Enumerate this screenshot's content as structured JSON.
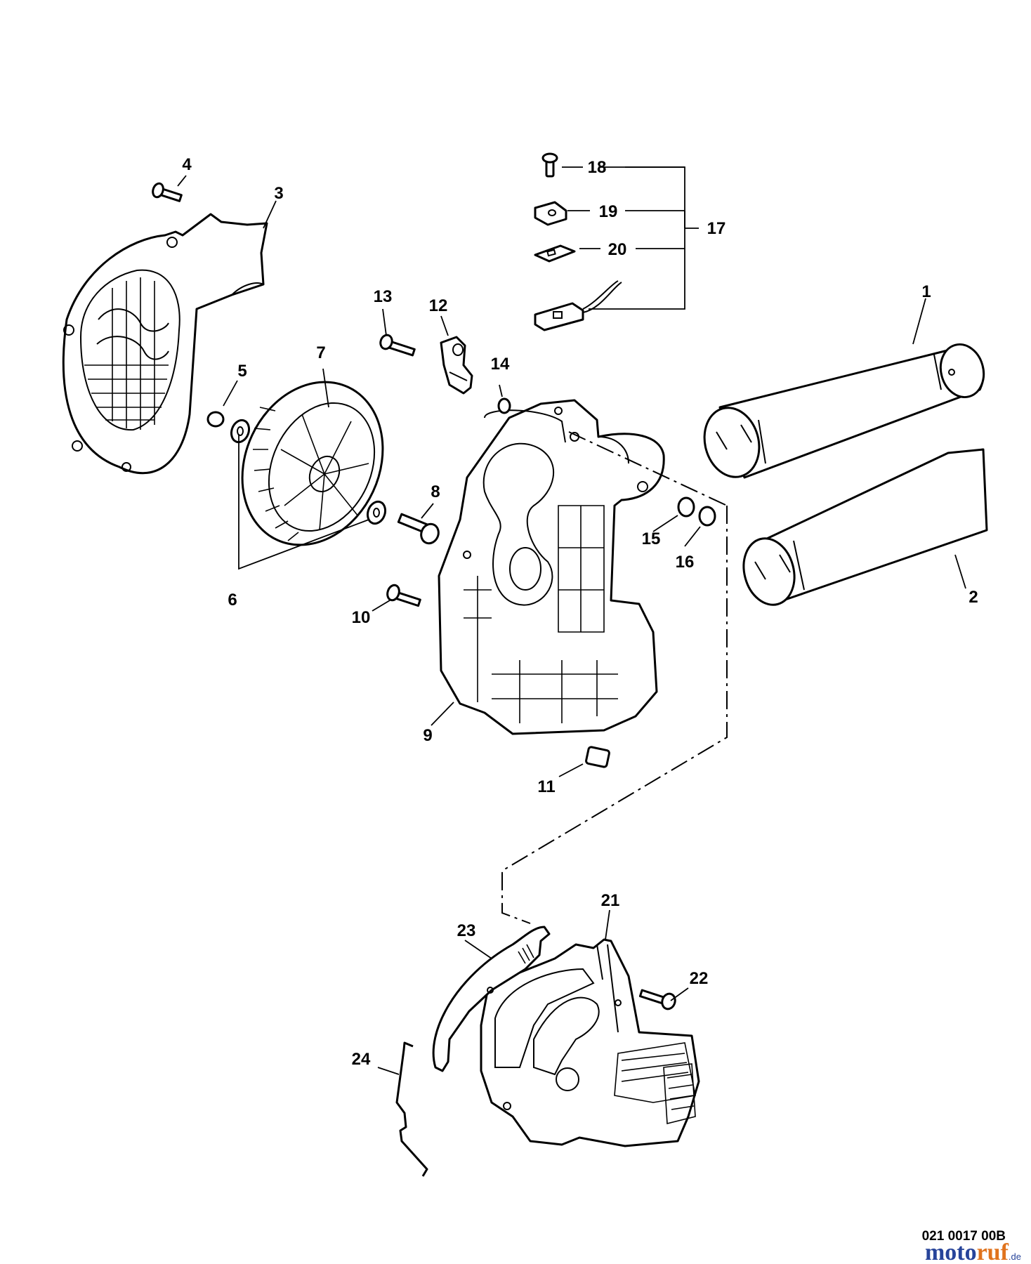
{
  "diagram": {
    "callouts": [
      {
        "label": "1"
      },
      {
        "label": "2"
      },
      {
        "label": "3"
      },
      {
        "label": "4"
      },
      {
        "label": "5"
      },
      {
        "label": "6"
      },
      {
        "label": "7"
      },
      {
        "label": "8"
      },
      {
        "label": "9"
      },
      {
        "label": "10"
      },
      {
        "label": "11"
      },
      {
        "label": "12"
      },
      {
        "label": "13"
      },
      {
        "label": "14"
      },
      {
        "label": "15"
      },
      {
        "label": "16"
      },
      {
        "label": "17"
      },
      {
        "label": "18"
      },
      {
        "label": "19"
      },
      {
        "label": "20"
      },
      {
        "label": "21"
      },
      {
        "label": "22"
      },
      {
        "label": "23"
      },
      {
        "label": "24"
      }
    ],
    "drawing_code": "021 0017 00B",
    "watermark": {
      "part_a": "moto",
      "part_b": "ruf",
      "suffix": ".de"
    }
  }
}
